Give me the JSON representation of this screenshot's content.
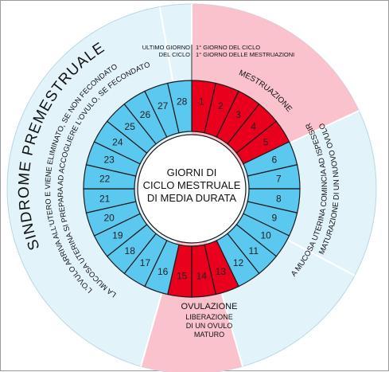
{
  "title": "SINDROME PREMESTRUALE",
  "center_label": [
    "GIORNI DI",
    "CICLO MESTRUALE",
    "DI MEDIA DURATA"
  ],
  "top_labels": {
    "last_day": [
      "ULTIMO GIORNO",
      "DEL CICLO"
    ],
    "first_day": [
      "1° GIORNO DEL CICLO",
      "1° GIORNO DELLE MESTRUAZIONI"
    ]
  },
  "phases": {
    "mestruazione": "MESTRUAZIONE",
    "maturazione_line1": "MATURAZIONE DI UN NUOVO OVULO",
    "maturazione_line2": "LA MUCOSA UTERINA COMINCIA AD ISPESSIRSI",
    "ovulazione": [
      "OVULAZIONE",
      "LIBERAZIONE",
      "DI UN OVULO",
      "MATURO"
    ],
    "luteal_line1": "L'OVULO ARRIVA ALL'UTERO E VIENE ELIMINATO, SE NON FECONDATO",
    "luteal_line2": "LA MUCOSA UTERINA SI PREPARA AD ACCOGLIERE L'OVULO, SE FECONDATO"
  },
  "days": [
    {
      "n": "1",
      "type": "menstrual"
    },
    {
      "n": "2",
      "type": "menstrual"
    },
    {
      "n": "3",
      "type": "menstrual"
    },
    {
      "n": "4",
      "type": "menstrual"
    },
    {
      "n": "5",
      "type": "menstrual"
    },
    {
      "n": "6",
      "type": "normal"
    },
    {
      "n": "7",
      "type": "normal"
    },
    {
      "n": "8",
      "type": "normal"
    },
    {
      "n": "9",
      "type": "normal"
    },
    {
      "n": "10",
      "type": "normal"
    },
    {
      "n": "11",
      "type": "normal"
    },
    {
      "n": "12",
      "type": "normal"
    },
    {
      "n": "13",
      "type": "ovulation"
    },
    {
      "n": "14",
      "type": "ovulation"
    },
    {
      "n": "15",
      "type": "ovulation"
    },
    {
      "n": "16",
      "type": "normal"
    },
    {
      "n": "17",
      "type": "normal"
    },
    {
      "n": "18",
      "type": "normal"
    },
    {
      "n": "19",
      "type": "normal"
    },
    {
      "n": "20",
      "type": "normal"
    },
    {
      "n": "21",
      "type": "normal"
    },
    {
      "n": "22",
      "type": "normal"
    },
    {
      "n": "23",
      "type": "normal"
    },
    {
      "n": "24",
      "type": "normal"
    },
    {
      "n": "25",
      "type": "normal"
    },
    {
      "n": "26",
      "type": "normal"
    },
    {
      "n": "27",
      "type": "normal"
    },
    {
      "n": "28",
      "type": "normal"
    }
  ],
  "colors": {
    "outer_ring": "#e3f3fa",
    "highlight_sector": "#f9c2cc",
    "day_normal": "#5bc8f0",
    "day_red": "#e8001c",
    "stroke": "#1a1a1a",
    "center": "#ffffff"
  }
}
